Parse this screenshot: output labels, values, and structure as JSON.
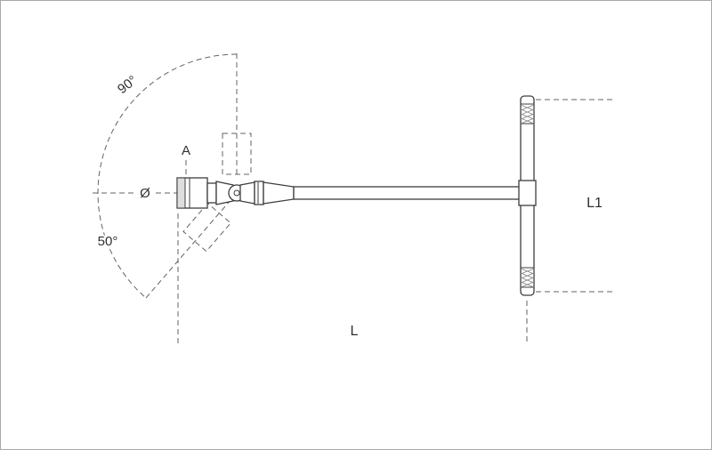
{
  "diagram": {
    "labels": {
      "angle_90": "90°",
      "angle_50": "50°",
      "dim_a": "A",
      "dim_diameter": "Ø",
      "dim_length": "L",
      "dim_handle_length": "L1"
    },
    "colors": {
      "line": "#3d3d3d",
      "dashed": "#636363",
      "knurl": "#808080",
      "text": "#2f2f2f",
      "frame": "#a9a9a9",
      "background": "#ffffff"
    }
  }
}
